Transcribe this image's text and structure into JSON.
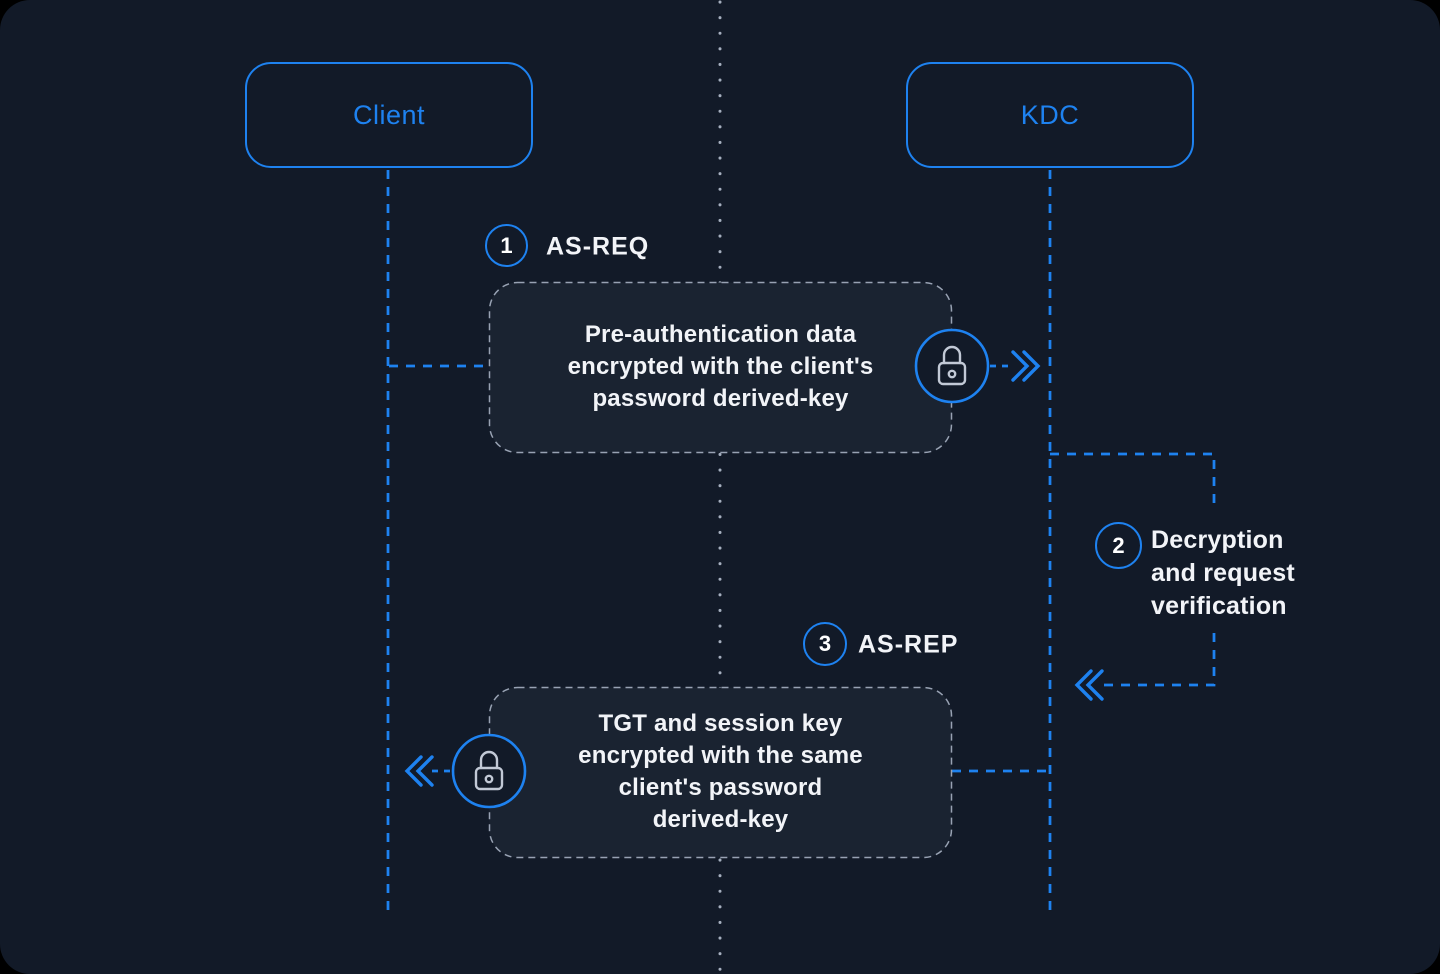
{
  "diagram": {
    "type": "sequence-diagram",
    "topic": "Kerberos AS exchange"
  },
  "actors": {
    "client": {
      "label": "Client"
    },
    "kdc": {
      "label": "KDC"
    }
  },
  "steps": {
    "step1": {
      "number": "1",
      "label": "AS-REQ"
    },
    "step2": {
      "number": "2",
      "label_lines": [
        "Decryption",
        "and request",
        "verification"
      ]
    },
    "step3": {
      "number": "3",
      "label": "AS-REP"
    }
  },
  "messages": {
    "as_req": {
      "lines": [
        "Pre-authentication data",
        "encrypted with the client's",
        "password derived-key"
      ]
    },
    "as_rep": {
      "lines": [
        "TGT and session key",
        "encrypted with the same",
        "client's password",
        "derived-key"
      ]
    }
  },
  "icons": {
    "request_encryption": "lock-icon",
    "reply_encryption": "lock-icon",
    "request_arrow": "double-chevron-right-icon",
    "loop_return_arrow": "double-chevron-left-icon",
    "reply_arrow": "double-chevron-left-icon"
  },
  "colors": {
    "background": "#121A28",
    "panel_outside": "#000000",
    "accent_blue": "#1E82F0",
    "box_fill": "#1A2331",
    "dash_gray": "#98A2B3",
    "dot_gray": "#A5AFBF",
    "text_white": "#F2F4F8",
    "lock_stroke": "#C2C9D6"
  }
}
